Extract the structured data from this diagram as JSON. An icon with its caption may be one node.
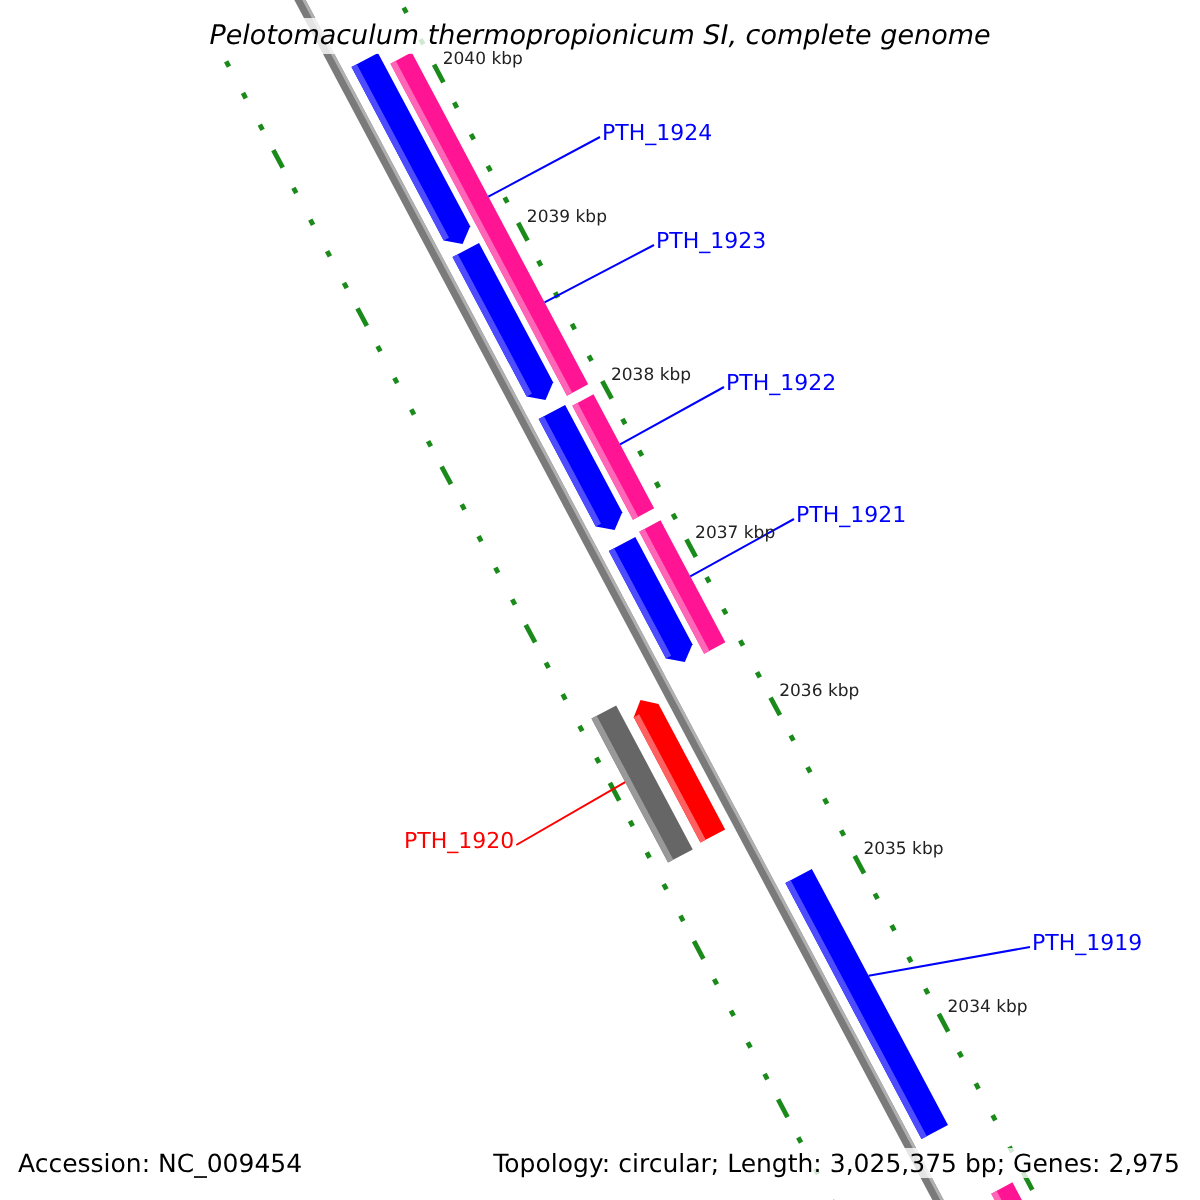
{
  "diagram": {
    "title": "Pelotomaculum thermopropionicum SI, complete genome",
    "nodes": [
      {
        "text": [
          "PTH_1924"
        ]
      },
      {
        "text": [
          "PTH_1923"
        ]
      },
      {
        "text": [
          "PTH_1922"
        ]
      },
      {
        "text": [
          "PTH_1921"
        ]
      },
      {
        "text": [
          "PTH_1920"
        ]
      },
      {
        "text": [
          "PTH_1919"
        ]
      },
      {
        "text": [],
        "shape": "arrow"
      },
      {
        "text": [],
        "shape": "bar"
      },
      {
        "text": [],
        "shape": "arrow"
      },
      {
        "text": [],
        "shape": "bar"
      },
      {
        "text": [],
        "shape": "arrow"
      },
      {
        "text": [],
        "shape": "bar"
      },
      {
        "text": [],
        "shape": "arrow"
      },
      {
        "text": [],
        "shape": "arrow"
      },
      {
        "text": [],
        "shape": "bar"
      },
      {
        "text": [],
        "shape": "bar"
      },
      {
        "text": [],
        "shape": "bar"
      }
    ],
    "edges": [
      {
        "from": 0,
        "to": 7,
        "arrow": "none"
      },
      {
        "from": 1,
        "to": 7,
        "arrow": "none"
      },
      {
        "from": 2,
        "to": 9,
        "arrow": "none"
      },
      {
        "from": 3,
        "to": 11,
        "arrow": "none"
      },
      {
        "from": 4,
        "to": 14,
        "arrow": "none",
        "color": "#ff0000"
      },
      {
        "from": 5,
        "to": 15,
        "arrow": "none"
      }
    ],
    "labels": [
      "2040 kbp",
      "2039 kbp",
      "2038 kbp",
      "2037 kbp",
      "2036 kbp",
      "2035 kbp",
      "2034 kbp",
      "Accession: NC_009454",
      "Topology: circular; Length: 3,025,375 bp; Genes: 2,975"
    ]
  }
}
